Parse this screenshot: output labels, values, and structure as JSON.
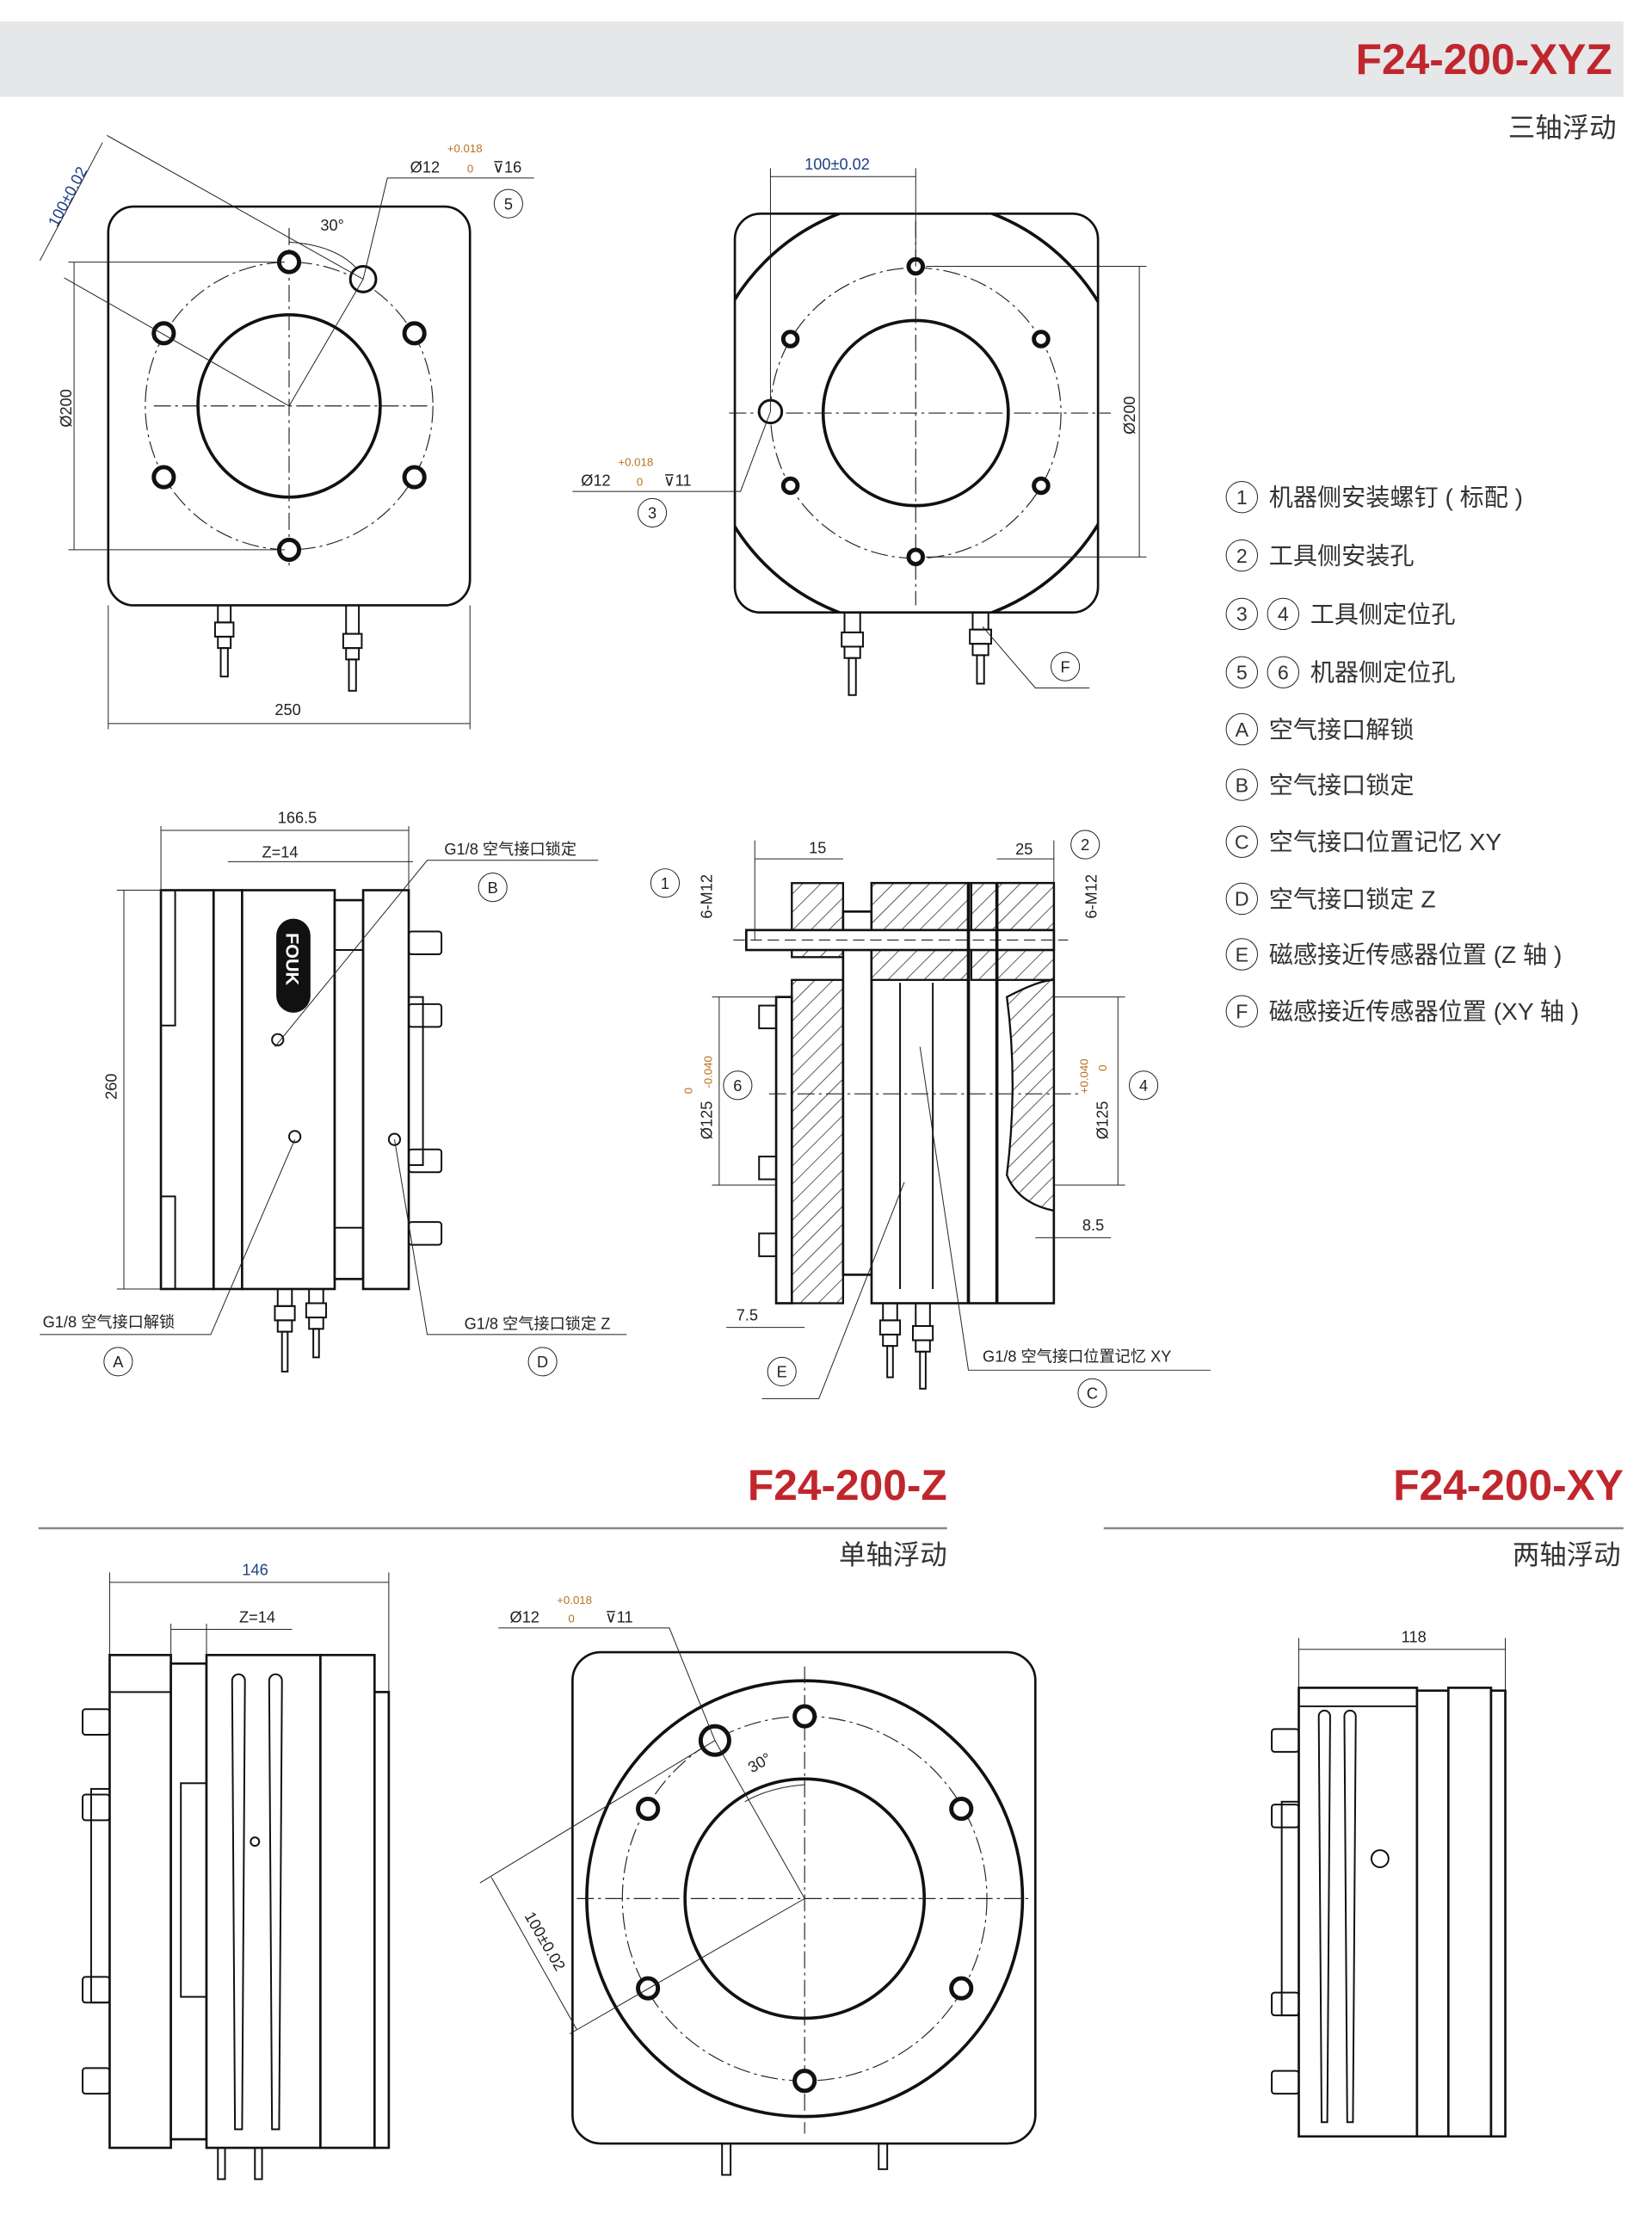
{
  "colors": {
    "brand_red": "#c0272d",
    "header_band": "#e6e7e9",
    "dimension_blue": "#1d3f85",
    "tolerance_orange": "#b9701e"
  },
  "sections": {
    "xyz": {
      "title": "F24-200-XYZ",
      "subtitle": "三轴浮动"
    },
    "z": {
      "title": "F24-200-Z",
      "subtitle": "单轴浮动"
    },
    "xy": {
      "title": "F24-200-XY",
      "subtitle": "两轴浮动"
    }
  },
  "legend": [
    {
      "markers": [
        "1"
      ],
      "text": "机器侧安装螺钉 ( 标配 )"
    },
    {
      "markers": [
        "2"
      ],
      "text": "工具侧安装孔"
    },
    {
      "markers": [
        "3",
        "4"
      ],
      "text": "工具侧定位孔"
    },
    {
      "markers": [
        "5",
        "6"
      ],
      "text": "机器侧定位孔"
    },
    {
      "markers": [
        "A"
      ],
      "text": "空气接口解锁"
    },
    {
      "markers": [
        "B"
      ],
      "text": "空气接口锁定"
    },
    {
      "markers": [
        "C"
      ],
      "text": "空气接口位置记忆 XY"
    },
    {
      "markers": [
        "D"
      ],
      "text": "空气接口锁定 Z"
    },
    {
      "markers": [
        "E"
      ],
      "text": "磁感接近传感器位置 (Z 轴 )"
    },
    {
      "markers": [
        "F"
      ],
      "text": "磁感接近传感器位置 (XY 轴 )"
    }
  ],
  "views": {
    "xyz_machine_face": {
      "dim_pitch": "100±0.02",
      "dim_diameter": "Ø200",
      "dim_width": "250",
      "angle": "30°",
      "hole": {
        "dia": "Ø12",
        "tol_upper": "+0.018",
        "tol_lower": "0",
        "depth": "⊽16"
      },
      "callout": "5"
    },
    "xyz_tool_face": {
      "dim_pitch": "100±0.02",
      "dim_diameter": "Ø200",
      "hole": {
        "dia": "Ø12",
        "tol_upper": "+0.018",
        "tol_lower": "0",
        "depth": "⊽11"
      },
      "callout": "3",
      "callout_sensor": "F"
    },
    "xyz_side": {
      "dim_width": "166.5",
      "dim_z": "Z=14",
      "dim_height": "260",
      "logo": "FOUK",
      "port_b_label": "G1/8 空气接口锁定",
      "port_a_label": "G1/8 空气接口解锁",
      "port_d_label": "G1/8 空气接口锁定 Z",
      "callout_a": "A",
      "callout_b": "B",
      "callout_d": "D"
    },
    "xyz_section": {
      "dim_left_depth": "15",
      "dim_right_depth": "25",
      "thread_left": "6-M12",
      "thread_right": "6-M12",
      "bore_left": {
        "dia": "Ø125",
        "tol_upper": "0",
        "tol_lower": "-0.040"
      },
      "bore_right": {
        "dia": "Ø125",
        "tol_upper": "+0.040",
        "tol_lower": "0"
      },
      "dim_8_5": "8.5",
      "dim_7_5": "7.5",
      "port_c_label": "G1/8 空气接口位置记忆 XY",
      "callout_1": "1",
      "callout_2": "2",
      "callout_4": "4",
      "callout_6": "6",
      "callout_c": "C",
      "callout_e": "E"
    },
    "z_side": {
      "dim_width": "146",
      "dim_z": "Z=14"
    },
    "z_face": {
      "dim_pitch": "100±0.02",
      "angle": "30°",
      "hole": {
        "dia": "Ø12",
        "tol_upper": "+0.018",
        "tol_lower": "0",
        "depth": "⊽11"
      }
    },
    "xy_side": {
      "dim_width": "118"
    }
  }
}
